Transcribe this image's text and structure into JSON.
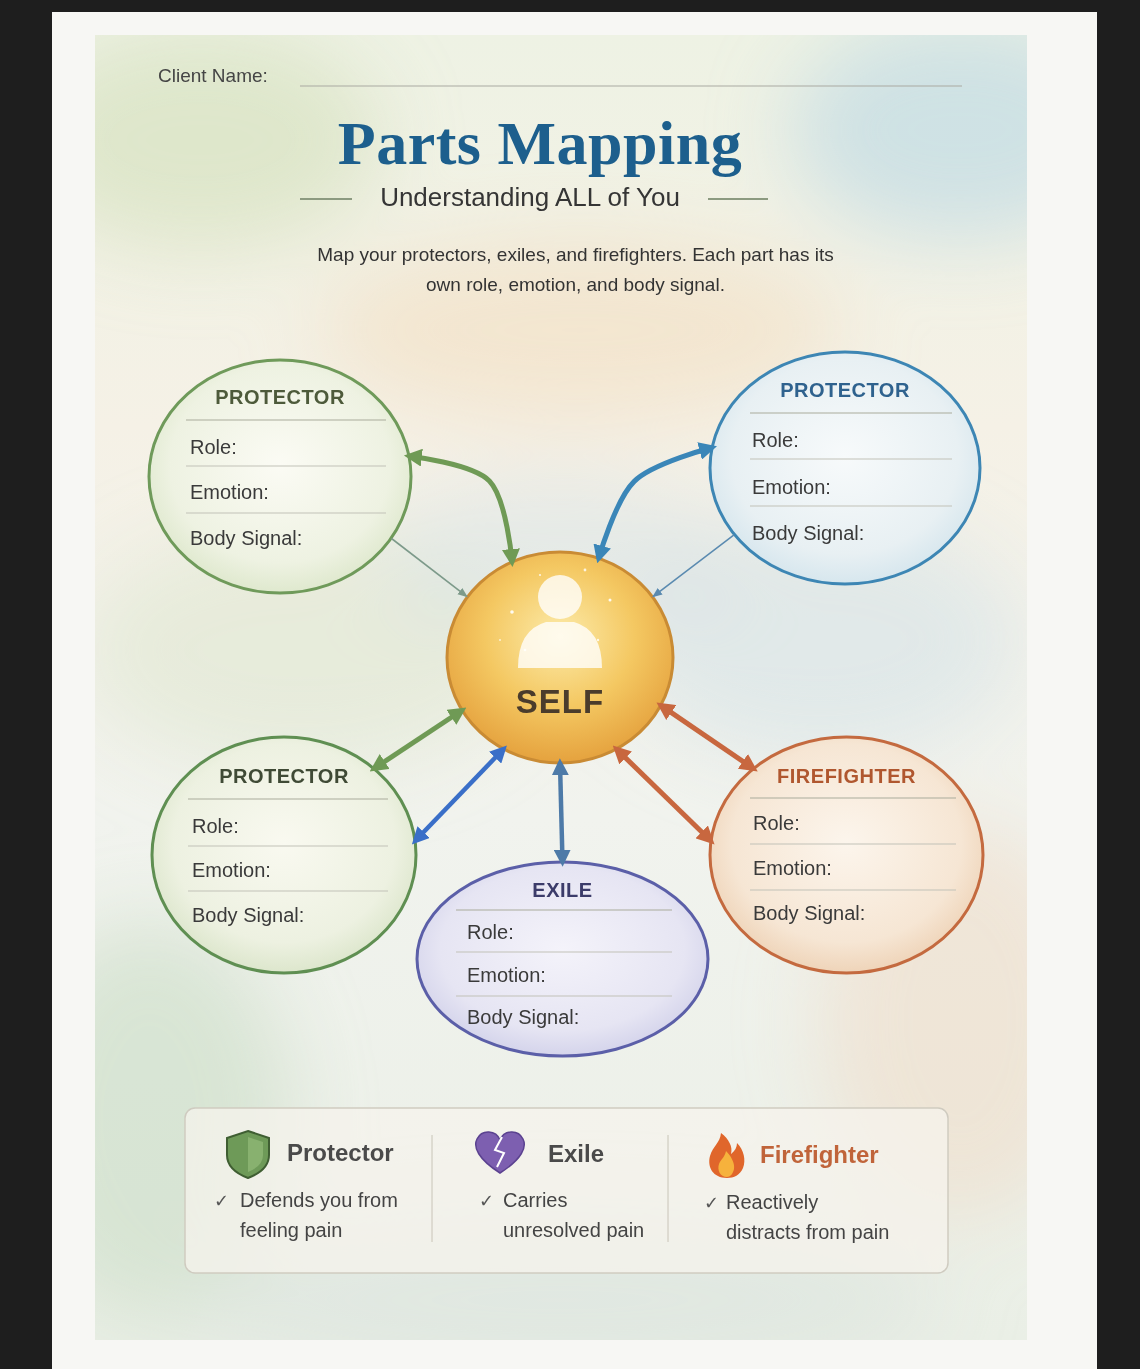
{
  "diagram": {
    "title": "Parts Mapping",
    "nodes": [
      {
        "text": [
          "PROTECTOR",
          "Role:",
          "Emotion:",
          "Body Signal:"
        ]
      },
      {
        "text": [
          "PROTECTOR",
          "Role:",
          "Emotion:",
          "Body Signal:"
        ]
      },
      {
        "text": [
          "SELF"
        ]
      },
      {
        "text": [
          "PROTECTOR",
          "Role:",
          "Emotion:",
          "Body Signal:"
        ]
      },
      {
        "text": [
          "FIREFIGHTER",
          "Role:",
          "Emotion:",
          "Body Signal:"
        ]
      },
      {
        "text": [
          "EXILE",
          "Role:",
          "Emotion:",
          "Body Signal:"
        ]
      }
    ],
    "edges": [
      {
        "from": 0,
        "to": 2,
        "arrow": "both"
      },
      {
        "from": 0,
        "to": 2,
        "arrow": "to"
      },
      {
        "from": 1,
        "to": 2,
        "arrow": "both"
      },
      {
        "from": 1,
        "to": 2,
        "arrow": "to"
      },
      {
        "from": 3,
        "to": 2,
        "arrow": "both"
      },
      {
        "from": 3,
        "to": 2,
        "arrow": "both"
      },
      {
        "from": 5,
        "to": 2,
        "arrow": "both"
      },
      {
        "from": 4,
        "to": 2,
        "arrow": "both"
      },
      {
        "from": 4,
        "to": 2,
        "arrow": "both"
      }
    ],
    "labels": [
      "Client Name:",
      "Understanding ALL of You",
      "Map your protectors, exiles, and firefighters. Each part has its own role, emotion, and body signal.",
      "✓",
      "Defends you from feeling pain",
      "✓",
      "Carries unresolved pain",
      "✓",
      "Reactively distracts from pain"
    ],
    "legend": [
      {
        "text": "Protector"
      },
      {
        "text": "Exile"
      },
      {
        "text": "Firefighter"
      }
    ]
  }
}
